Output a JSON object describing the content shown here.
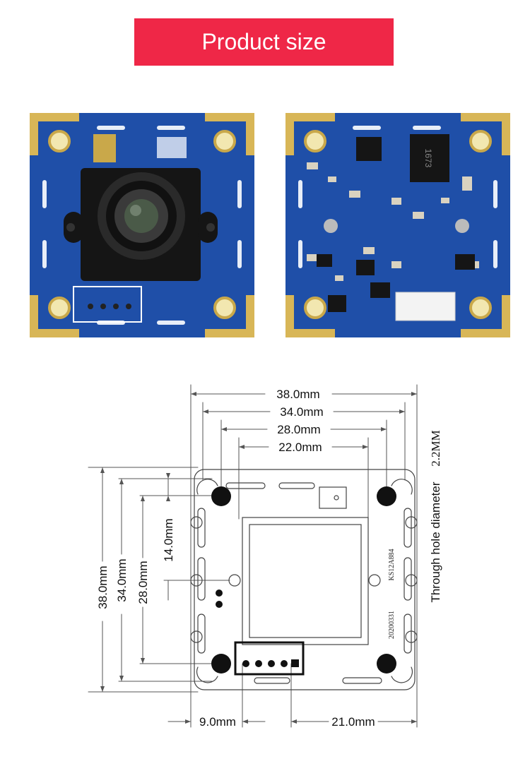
{
  "banner": {
    "title": "Product size"
  },
  "colors": {
    "banner": "#ef2747",
    "pcb": "#1f4fa8",
    "gold": "#d8b657",
    "line": "#555555"
  },
  "photos": {
    "front": {
      "chip_text": "",
      "marking": ""
    },
    "back": {
      "chip_text": "1673"
    }
  },
  "diagram": {
    "dim_top_1": "38.0mm",
    "dim_top_2": "34.0mm",
    "dim_top_3": "28.0mm",
    "dim_top_4": "22.0mm",
    "dim_left_1": "38.0mm",
    "dim_left_2": "34.0mm",
    "dim_left_3": "28.0mm",
    "dim_left_4": "14.0mm",
    "dim_bottom_1": "9.0mm",
    "dim_bottom_2": "21.0mm",
    "hole_note_a": "Through hole diameter",
    "hole_note_b": "2.2MM",
    "model_text": "KS12A884",
    "date_text": "20200331"
  }
}
